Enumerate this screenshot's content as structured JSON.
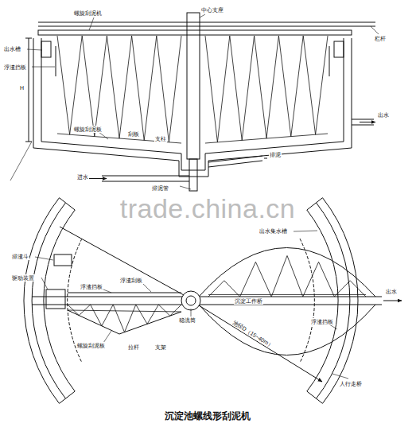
{
  "diagram": {
    "caption": "沉淀池螺线形刮泥机",
    "labels": [
      "螺旋刮泥机",
      "中心支座",
      "栏杆",
      "出水槽",
      "浮渣挡板",
      "H",
      "螺旋刮泥板",
      "刮板",
      "支柱",
      "排泥",
      "排泥管",
      "进水",
      "出水",
      "排渣斗",
      "驱动装置",
      "浮渣挡板",
      "浮渣刮板",
      "螺旋刮泥板",
      "拉杆",
      "支架",
      "稳流筒",
      "沉淀工作桥",
      "出水集水槽",
      "浮渣挡板",
      "池径D（15~40m）",
      "人行走桥",
      "出水",
      "trade.china.cn"
    ]
  }
}
